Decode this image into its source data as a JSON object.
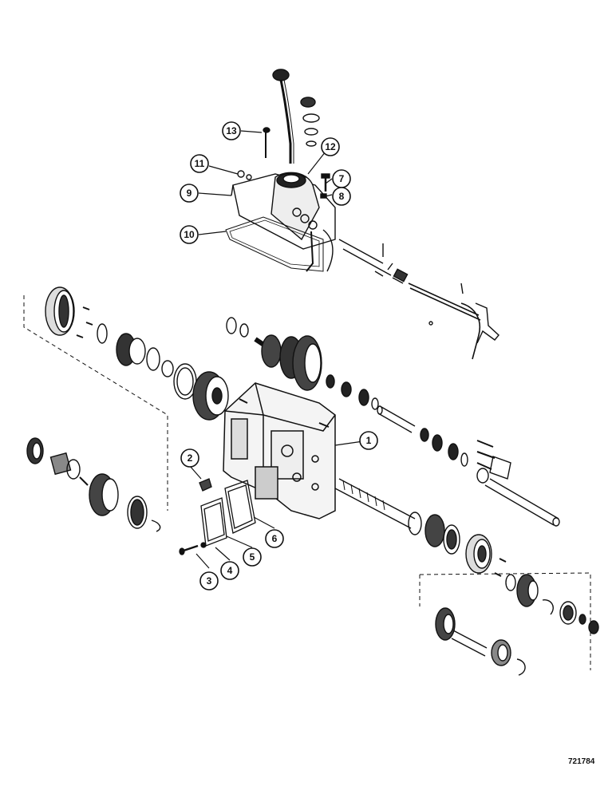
{
  "diagram": {
    "callouts": [
      {
        "id": "1",
        "label": "1"
      },
      {
        "id": "2",
        "label": "2"
      },
      {
        "id": "3",
        "label": "3"
      },
      {
        "id": "4",
        "label": "4"
      },
      {
        "id": "5",
        "label": "5"
      },
      {
        "id": "6",
        "label": "6"
      },
      {
        "id": "7",
        "label": "7"
      },
      {
        "id": "8",
        "label": "8"
      },
      {
        "id": "9",
        "label": "9"
      },
      {
        "id": "10",
        "label": "10"
      },
      {
        "id": "11",
        "label": "11"
      },
      {
        "id": "12",
        "label": "12"
      },
      {
        "id": "13",
        "label": "13"
      }
    ],
    "reference_number": "721784"
  }
}
